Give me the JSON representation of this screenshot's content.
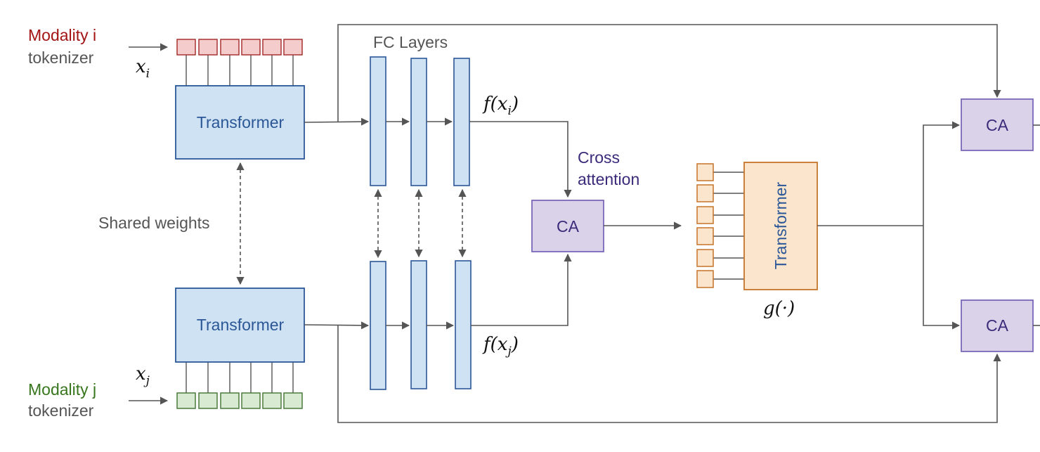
{
  "labels": {
    "modality_i_title": "Modality i",
    "modality_i_sub": "tokenizer",
    "modality_j_title": "Modality j",
    "modality_j_sub": "tokenizer",
    "fc_layers": "FC Layers",
    "shared_weights": "Shared weights",
    "cross_attention_1": "Cross",
    "cross_attention_2": "attention",
    "transformer_top": "Transformer",
    "transformer_bottom": "Transformer",
    "transformer_g": "Transformer",
    "ca_center": "CA",
    "ca_right_top": "CA",
    "ca_right_bottom": "CA"
  },
  "math": {
    "xi_base": "x",
    "xi_sub": "i",
    "xj_base": "x",
    "xj_sub": "j",
    "fxi_open": "f(x",
    "fxi_sub": "i",
    "fxi_close": ")",
    "fxj_open": "f(x",
    "fxj_sub": "j",
    "fxj_close": ")",
    "g": "g(·)"
  },
  "colors": {
    "modality_i": "#a31515",
    "modality_j": "#38761d",
    "blue_fill": "#cfe2f3",
    "blue_stroke": "#2b5797",
    "red_token_fill": "#f4cccc",
    "red_token_stroke": "#a83232",
    "green_token_fill": "#d9ead3",
    "green_token_stroke": "#4a7a3a",
    "purple_fill": "#d9d2e9",
    "purple_stroke": "#7a68b8",
    "purple_text": "#3c2a7a",
    "orange_fill": "#fce5cd",
    "orange_stroke": "#c5742a",
    "grey_text": "#555555",
    "line": "#555555"
  }
}
